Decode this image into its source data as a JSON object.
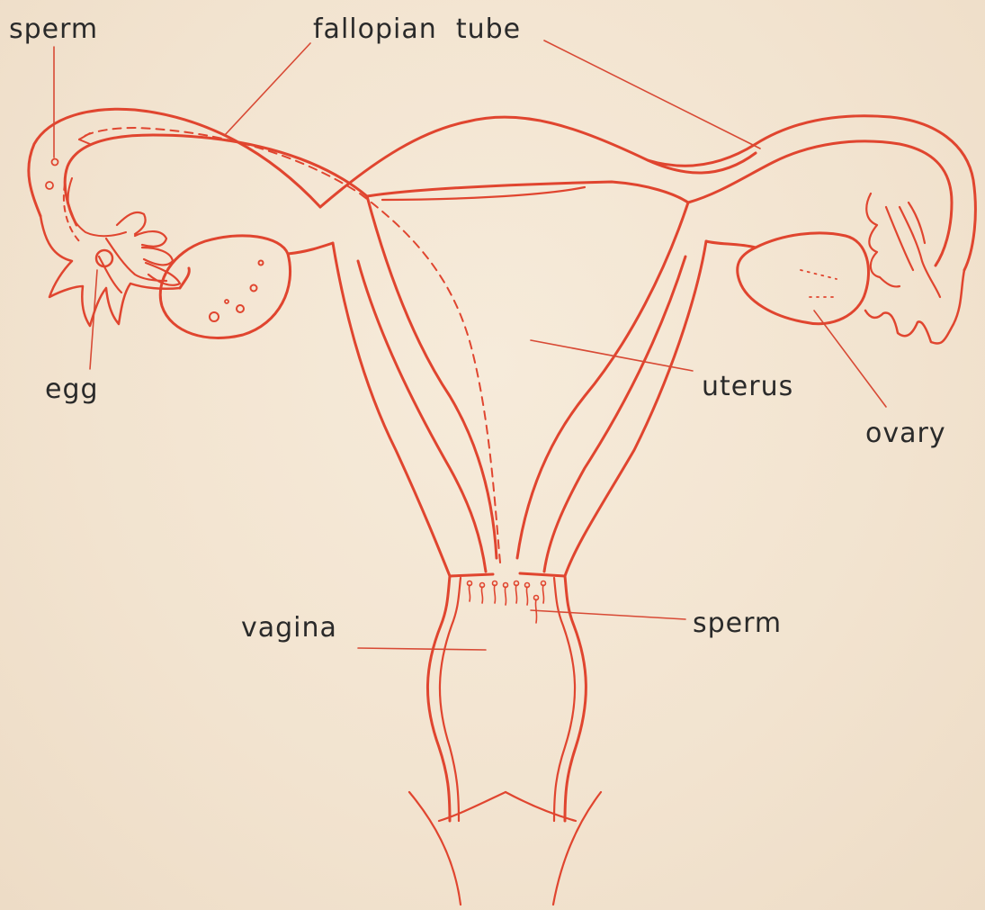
{
  "labels": {
    "sperm_top": "sperm",
    "fallopian_tube": "fallopian  tube",
    "egg": "egg",
    "uterus": "uterus",
    "ovary": "ovary",
    "vagina": "vagina",
    "sperm_bottom": "sperm"
  },
  "colors": {
    "line": "#e0452f",
    "text": "#2a2a2a",
    "paper": "#f3e6d3"
  }
}
